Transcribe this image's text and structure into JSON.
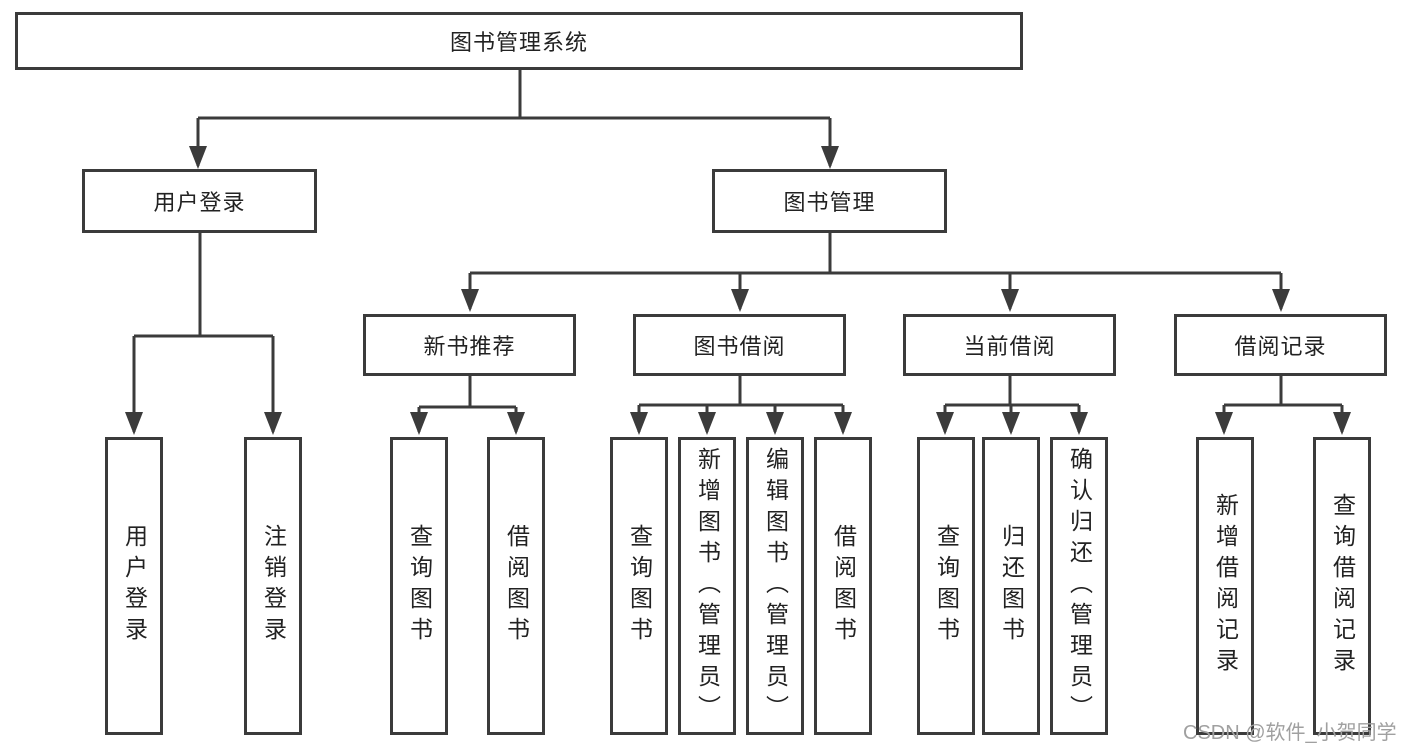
{
  "tree": {
    "label": "图书管理系统",
    "children": [
      {
        "label": "用户登录",
        "children": [
          {
            "label": "用户登录"
          },
          {
            "label": "注销登录"
          }
        ]
      },
      {
        "label": "图书管理",
        "children": [
          {
            "label": "新书推荐",
            "children": [
              {
                "label": "查询图书"
              },
              {
                "label": "借阅图书"
              }
            ]
          },
          {
            "label": "图书借阅",
            "children": [
              {
                "label": "查询图书"
              },
              {
                "label": "新增图书（管理员）"
              },
              {
                "label": "编辑图书（管理员）"
              },
              {
                "label": "借阅图书"
              }
            ]
          },
          {
            "label": "当前借阅",
            "children": [
              {
                "label": "查询图书"
              },
              {
                "label": "归还图书"
              },
              {
                "label": "确认归还（管理员）"
              }
            ]
          },
          {
            "label": "借阅记录",
            "children": [
              {
                "label": "新增借阅记录"
              },
              {
                "label": "查询借阅记录"
              }
            ]
          }
        ]
      }
    ]
  },
  "watermark": {
    "text": "CSDN @软件_小贺同学"
  },
  "colors": {
    "line": "#3b3b3b",
    "text": "#222222",
    "box_bg": "#ffffff",
    "watermark": "#a0a0a0",
    "background": "#ffffff"
  }
}
